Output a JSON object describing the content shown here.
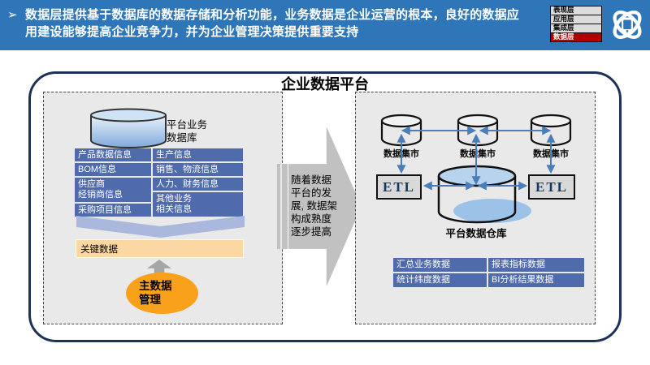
{
  "banner": {
    "bullet": "➢",
    "text": "数据层提供基于数据库的数据存储和分析功能，业务数据是企业运营的根本，良好的数据应用建设能够提高企业竞争力，并为企业管理决策提供重要支持",
    "bg_color": "#2E76B7",
    "logo_icon": "atom-orbit-tablet-icon",
    "legend": {
      "items": [
        "表现层",
        "应用层",
        "集成层",
        "数据层"
      ],
      "active_item": "数据层",
      "active_color": "#B00000",
      "inactive_color": "#DCDCDC"
    }
  },
  "diagram": {
    "title": "企业数据平台",
    "left": {
      "db_label": "平台业务\n数据库",
      "table_left": [
        "产品数据信息",
        "BOM信息",
        "供应商\n经销商信息",
        "采购项目信息"
      ],
      "table_right": [
        "生产信息",
        "销售、物流信息",
        "人力、财务信息",
        "其他业务\n相关信息"
      ],
      "key_data": "关键数据",
      "mdm": "主数据\n管理"
    },
    "center": {
      "arrow_text": "随着数据\n平台的发\n展, 数据架\n构成熟度\n逐步提高"
    },
    "right": {
      "marts": [
        "数据集市",
        "数据集市",
        "数据集市"
      ],
      "etl_left": "ETL",
      "etl_right": "ETL",
      "warehouse": "平台数据仓库",
      "table": [
        [
          "汇总业务数据",
          "报表指标数据"
        ],
        [
          "统计纬度数据",
          "BI分析结果数据"
        ]
      ]
    },
    "colors": {
      "cell_blue": "#4F6BAC",
      "chevron_blue": "#A9B8DC",
      "key_data_bg": "#FBD7A3",
      "mdm_orange": "#F9A11B",
      "arrow_gray": "#C1C1C1",
      "connector_blue": "#4A7EBB",
      "frame_border": "#1F3158"
    }
  }
}
